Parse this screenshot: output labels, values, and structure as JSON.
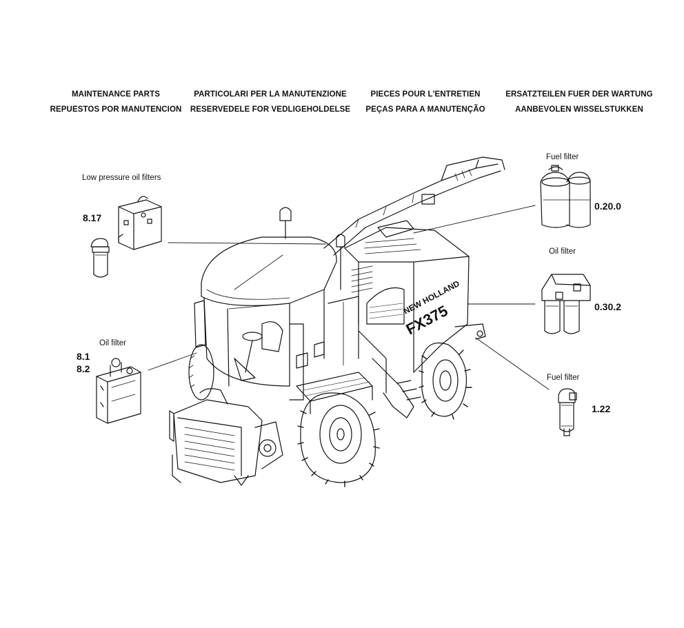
{
  "header": {
    "col1": {
      "line1": "MAINTENANCE PARTS",
      "line2": "REPUESTOS POR MANUTENCION"
    },
    "col2": {
      "line1": "PARTICOLARI PER LA MANUTENZIONE",
      "line2": "RESERVEDELE FOR VEDLIGEHOLDELSE"
    },
    "col3": {
      "line1": "PIECES POUR L'ENTRETIEN",
      "line2": "PEÇAS PARA A MANUTENÇÃO"
    },
    "col4": {
      "line1": "ERSATZTEILEN FUER DER WARTUNG",
      "line2": "AANBEVOLEN WISSELSTUKKEN"
    }
  },
  "callouts": {
    "low_pressure": {
      "label": "Low pressure oil filters",
      "code": "8.17"
    },
    "oil_filter_left": {
      "label": "Oil filter",
      "code1": "8.1",
      "code2": "8.2"
    },
    "fuel_filter_top": {
      "label": "Fuel filter",
      "code": "0.20.0"
    },
    "oil_filter_right": {
      "label": "Oil filter",
      "code": "0.30.2"
    },
    "fuel_filter_bottom": {
      "label": "Fuel filter",
      "code": "1.22"
    }
  },
  "machine": {
    "brand": "NEW HOLLAND",
    "model": "FX375"
  }
}
